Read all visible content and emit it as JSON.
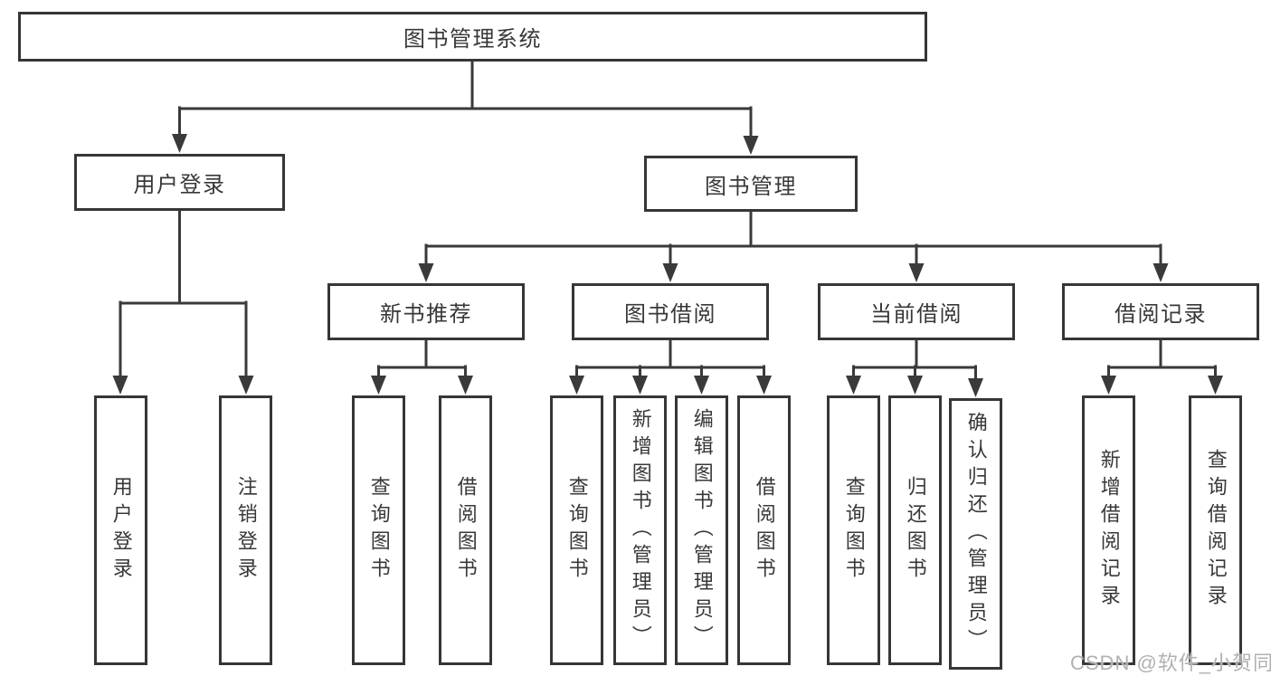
{
  "diagram": {
    "root": "图书管理系统",
    "user_login": {
      "label": "用户登录",
      "children": [
        "用户登录",
        "注销登录"
      ]
    },
    "book_mgmt": {
      "label": "图书管理",
      "sections": [
        {
          "label": "新书推荐",
          "leaves": [
            "查询图书",
            "借阅图书"
          ]
        },
        {
          "label": "图书借阅",
          "leaves": [
            "查询图书",
            "新增图书（管理员）",
            "编辑图书（管理员）",
            "借阅图书"
          ]
        },
        {
          "label": "当前借阅",
          "leaves": [
            "查询图书",
            "归还图书",
            "确认归还（管理员）"
          ]
        },
        {
          "label": "借阅记录",
          "leaves": [
            "新增借阅记录",
            "查询借阅记录"
          ]
        }
      ]
    },
    "watermark": "CSDN @软件_小贺同学",
    "colors": {
      "line": "#3a3a3a",
      "box_border": "#363636",
      "text": "#383838",
      "watermark": "#b3b0b0",
      "background": "#ffffff"
    }
  }
}
